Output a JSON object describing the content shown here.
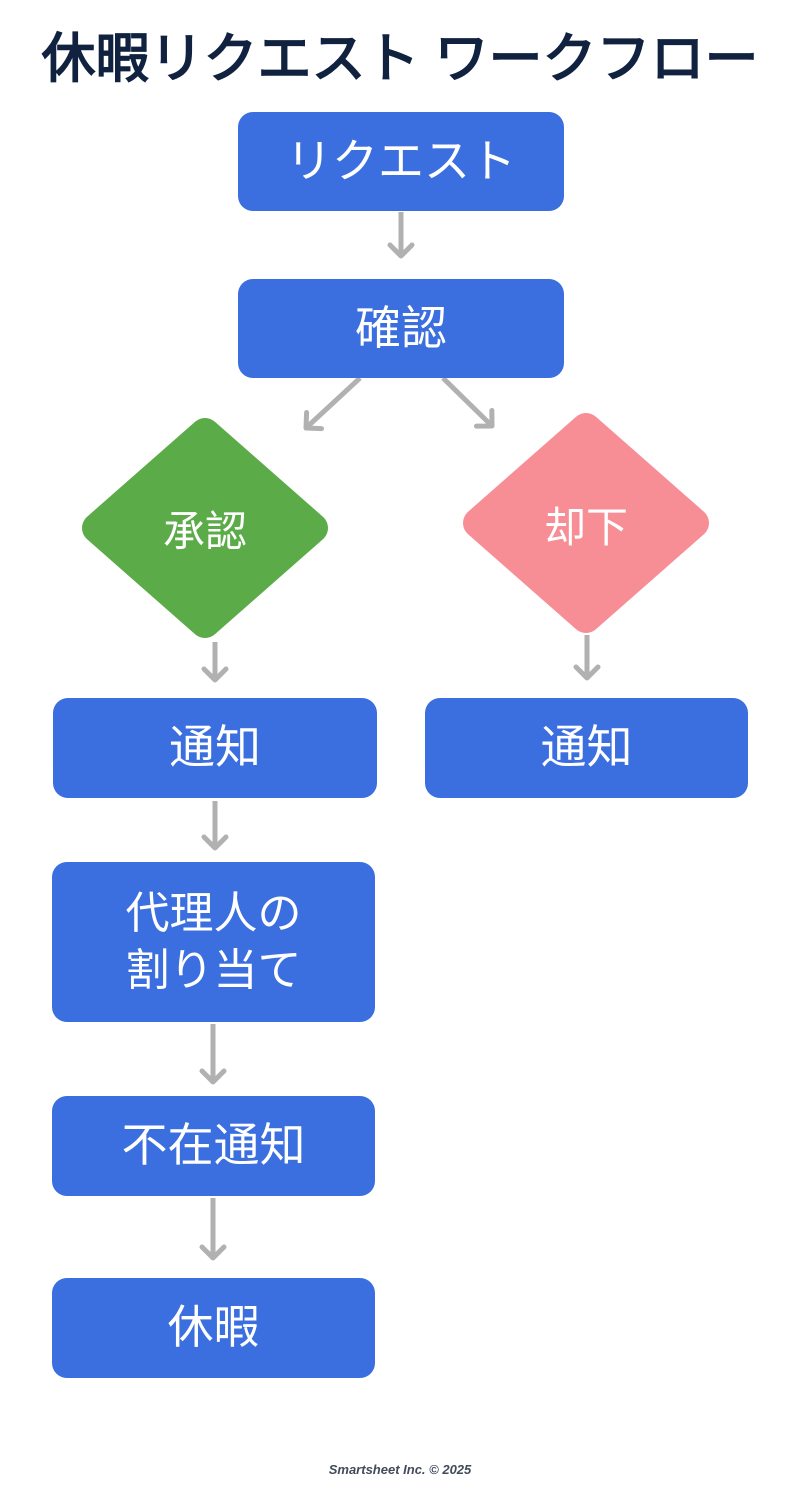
{
  "title": "休暇リクエスト ワークフロー",
  "footer": "Smartsheet Inc. © 2025",
  "colors": {
    "process_box_blue": "#3B6FE0",
    "approve_diamond_green": "#5BAB49",
    "reject_diamond_pink": "#F78E96",
    "arrow_gray": "#B1B1B1",
    "title_navy": "#10223F",
    "node_text_white": "#FFFFFF",
    "footer_slate": "#424B5A"
  },
  "nodes": {
    "request": {
      "type": "process",
      "label": "リクエスト"
    },
    "confirm": {
      "type": "process",
      "label": "確認"
    },
    "approve": {
      "type": "decision",
      "label": "承認"
    },
    "reject": {
      "type": "decision",
      "label": "却下"
    },
    "notify_approved": {
      "type": "process",
      "label": "通知"
    },
    "notify_rejected": {
      "type": "process",
      "label": "通知"
    },
    "assign_delegate": {
      "type": "process",
      "label": "代理人の割り当て",
      "line1": "代理人の",
      "line2": "割り当て"
    },
    "out_of_office": {
      "type": "process",
      "label": "不在通知"
    },
    "vacation": {
      "type": "process",
      "label": "休暇"
    }
  },
  "edges": [
    {
      "from": "request",
      "to": "confirm"
    },
    {
      "from": "confirm",
      "to": "approve"
    },
    {
      "from": "confirm",
      "to": "reject"
    },
    {
      "from": "approve",
      "to": "notify_approved"
    },
    {
      "from": "reject",
      "to": "notify_rejected"
    },
    {
      "from": "notify_approved",
      "to": "assign_delegate"
    },
    {
      "from": "assign_delegate",
      "to": "out_of_office"
    },
    {
      "from": "out_of_office",
      "to": "vacation"
    }
  ]
}
